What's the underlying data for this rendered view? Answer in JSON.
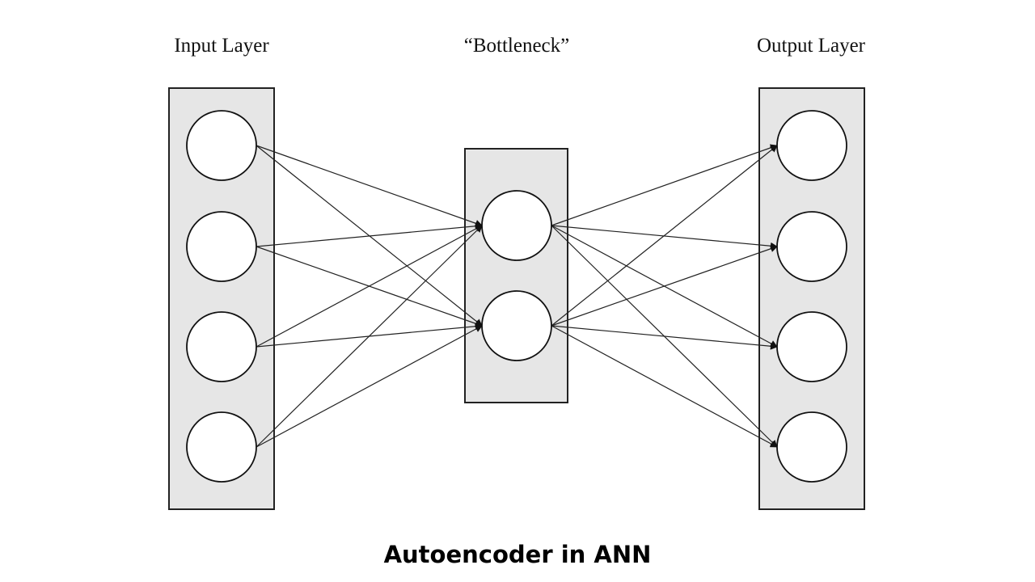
{
  "diagram": {
    "layers": [
      {
        "key": "input",
        "title": "Input Layer",
        "nodes": 4
      },
      {
        "key": "bottleneck",
        "title": "“Bottleneck”",
        "nodes": 2
      },
      {
        "key": "output",
        "title": "Output Layer",
        "nodes": 4
      }
    ],
    "connections": "fully-connected input→bottleneck→output, arrowheads pointing right"
  },
  "caption": "Autoencoder in ANN"
}
